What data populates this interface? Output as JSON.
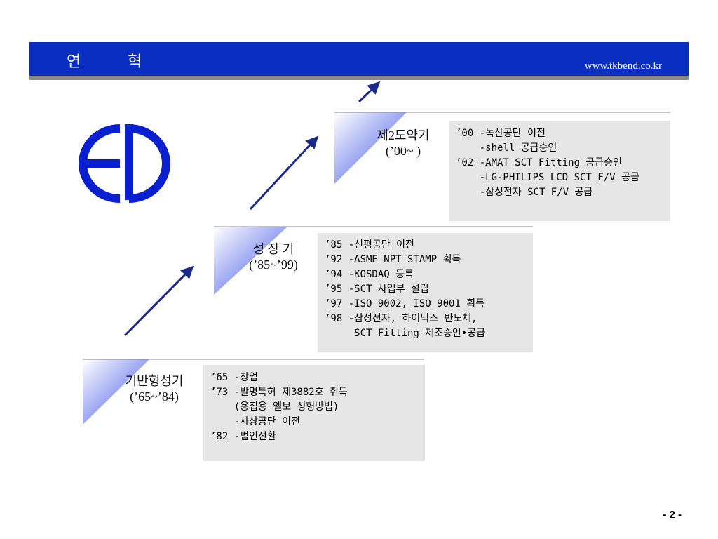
{
  "header": {
    "title": "연 혁",
    "url": "www.tkbend.co.kr"
  },
  "logo": {
    "icon": "ed-logo-icon",
    "color": "#0a1fd0"
  },
  "stages": [
    {
      "name": "기반형성기",
      "period": "(’65~’84)",
      "events": [
        "’65 -창업",
        "’73 -발명특허 제3882호 취득",
        "    (용접용 엘보 성형방법)",
        "    -사상공단 이전",
        "’82 -법인전환"
      ]
    },
    {
      "name": "성 장 기",
      "period": "(’85~’99)",
      "events": [
        "’85 -신평공단 이전",
        "’92 -ASME NPT STAMP 획득",
        "’94 -KOSDAQ 등록",
        "’95 -SCT 사업부 설립",
        "’97 -ISO 9002, ISO 9001 획득",
        "’98 -삼성전자, 하이닉스 반도체,",
        "     SCT Fitting 제조승인•공급"
      ]
    },
    {
      "name": "제2도약기",
      "period": "(’00~ )",
      "events": [
        "’00 -녹산공단 이전",
        "    -shell 공급승인",
        "’02 -AMAT SCT Fitting 공급승인",
        "    -LG-PHILIPS LCD SCT F/V 공급",
        "    -삼성전자 SCT F/V 공급"
      ]
    }
  ],
  "page": {
    "number": "- 2 -"
  },
  "colors": {
    "header": "#0a2fc0",
    "arrow": "#1a2a8a",
    "box": "#e6e6e6"
  }
}
